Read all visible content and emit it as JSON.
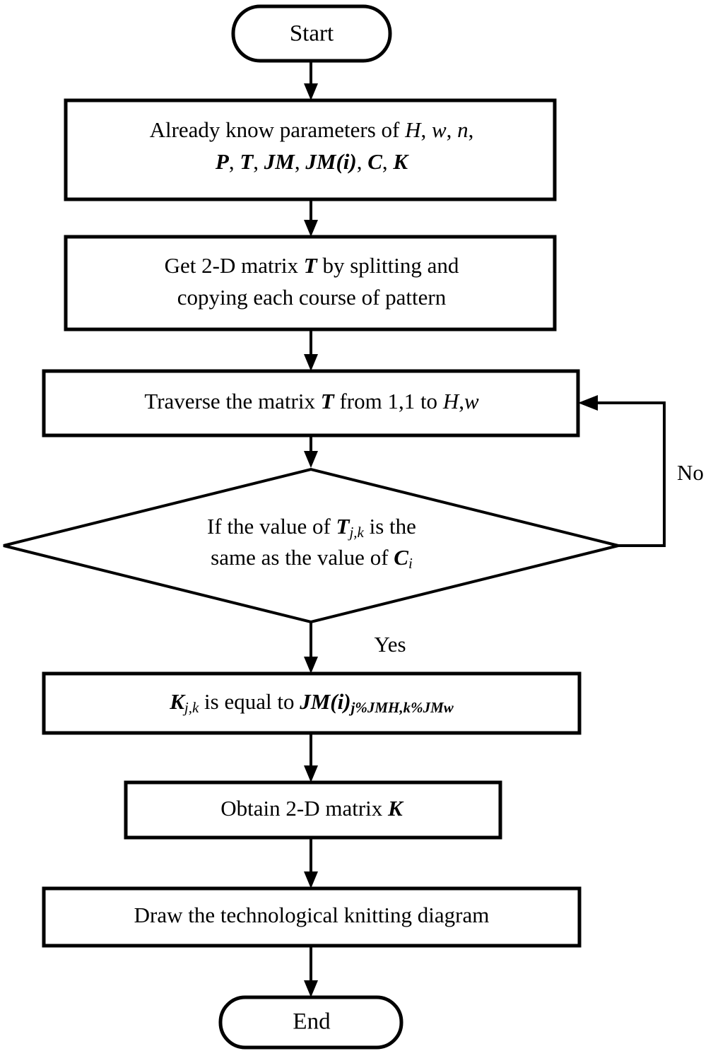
{
  "diagram": {
    "title": "Technological knitting diagram generation flowchart",
    "type": "flowchart",
    "background_color": "#ffffff",
    "line_color": "#000000",
    "text_color": "#000000"
  },
  "nodes": {
    "start": {
      "shape": "terminal",
      "label": "Start"
    },
    "params": {
      "shape": "process",
      "line1_plain": "Already know parameters of ",
      "line1_vars": "H, w, n,",
      "line2_vars": "P, T, JM, JM(i), C, K",
      "full_text": "Already know parameters of H, w, n, P, T, JM, JM(i), C, K"
    },
    "matrix_t": {
      "shape": "process",
      "line1_pre": "Get 2-D matrix ",
      "line1_var": "T",
      "line1_post": " by splitting and",
      "line2": "copying each course of pattern",
      "full_text": "Get 2-D matrix T by splitting and copying each course of pattern"
    },
    "traverse": {
      "shape": "process",
      "pre": "Traverse the matrix ",
      "var_t": "T",
      "mid": " from 1,1 to ",
      "var_h": "H",
      "comma": ",",
      "var_w": "w",
      "full_text": "Traverse the matrix T from 1,1 to H,w"
    },
    "decision": {
      "shape": "decision",
      "line1_pre": "If the value of ",
      "line1_var": "T",
      "line1_sub": "j,k",
      "line1_post": " is the",
      "line2_pre": "same as the value of ",
      "line2_var": "C",
      "line2_sub": "i",
      "full_text": "If the value of Tj,k is the same as the value of Ci"
    },
    "assign_k": {
      "shape": "process",
      "var_k": "K",
      "sub_k": "j,k",
      "mid": " is equal to ",
      "var_jm": "JM(i)",
      "sub_jm": "j%JMH,k%JMw",
      "full_text": "Kj,k is equal to JM(i)j%JMH,k%JMw"
    },
    "obtain_k": {
      "shape": "process",
      "pre": "Obtain 2-D matrix ",
      "var_k": "K",
      "full_text": "Obtain 2-D matrix K"
    },
    "draw": {
      "shape": "process",
      "label": "Draw the technological knitting diagram",
      "full_text": "Draw the technological knitting diagram"
    },
    "end": {
      "shape": "terminal",
      "label": "End"
    }
  },
  "edge_labels": {
    "yes": "Yes",
    "no": "No"
  }
}
